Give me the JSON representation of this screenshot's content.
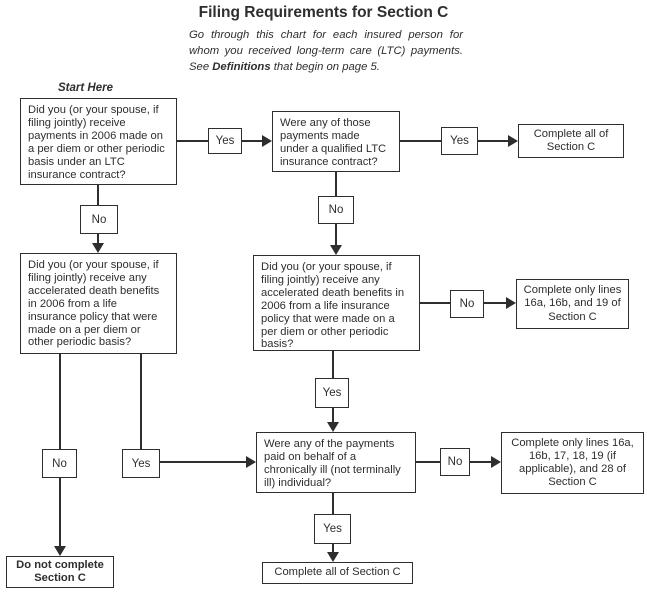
{
  "title": "Filing Requirements for Section C",
  "subtitle": {
    "part1": "Go through this chart for each insured person for whom you received long-term care (LTC) payments. See ",
    "bold": "Definitions",
    "part2": " that begin on page 5."
  },
  "labels": {
    "start_here": "Start Here",
    "yes": "Yes",
    "no": "No"
  },
  "boxes": {
    "q1": {
      "text": "Did you (or your spouse, if\nfiling jointly) receive\npayments in 2006 made on\na per diem or other periodic\nbasis under an LTC\ninsurance contract?"
    },
    "q2": {
      "text": "Were any of those\npayments made\nunder a qualified LTC\ninsurance contract?"
    },
    "q3": {
      "text": "Did you (or your spouse, if\nfiling jointly) receive any\naccelerated death benefits\nin 2006 from a life\ninsurance policy that were\nmade on a per diem or\nother periodic basis?"
    },
    "q4": {
      "text": "Did you (or your spouse, if\nfiling jointly) receive any\naccelerated death benefits in\n2006 from a life insurance\npolicy that were made on a\nper diem or other periodic\nbasis?"
    },
    "q5": {
      "text": "Were any of the payments\npaid on behalf of a\nchronically ill (not terminally\nill) individual?"
    },
    "o1": {
      "text": "Complete all of\nSection C"
    },
    "o2": {
      "text": "Complete only lines\n16a, 16b, and 19 of\nSection C"
    },
    "o3": {
      "text": "Complete only lines 16a,\n16b, 17, 18, 19 (if\napplicable), and 28 of\nSection C"
    },
    "o4": {
      "text": "Do not complete\nSection C"
    },
    "o5": {
      "text": "Complete all of Section C"
    }
  },
  "colors": {
    "ink": "#2e2e2e",
    "paper": "#ffffff"
  }
}
